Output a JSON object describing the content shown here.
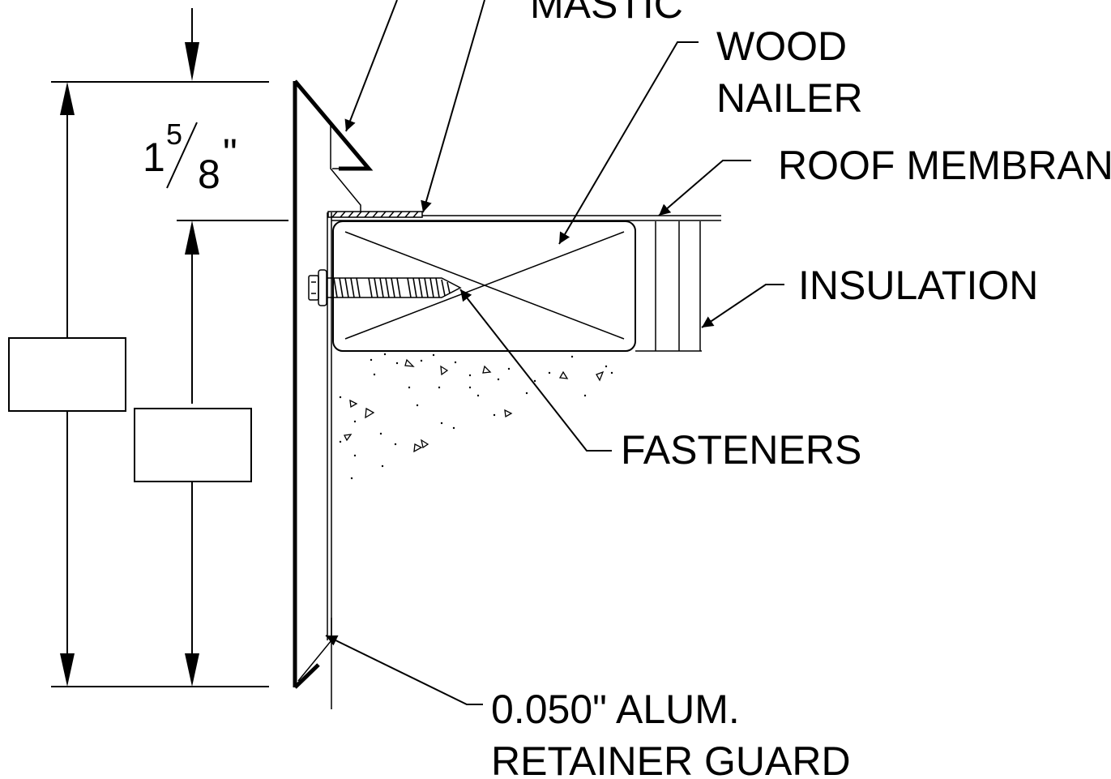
{
  "labels": {
    "mastic": "MASTIC",
    "wood_nailer_line1": "WOOD",
    "wood_nailer_line2": "NAILER",
    "roof_membrane": "ROOF MEMBRANE",
    "insulation": "INSULATION",
    "fasteners": "FASTENERS",
    "guard_line1": "0.050\" ALUM.",
    "guard_line2": "RETAINER GUARD"
  },
  "dimension": {
    "whole": "1",
    "numerator": "5",
    "denominator": "8",
    "inch_mark": "\""
  },
  "colors": {
    "line": "#000000",
    "background": "#ffffff"
  }
}
